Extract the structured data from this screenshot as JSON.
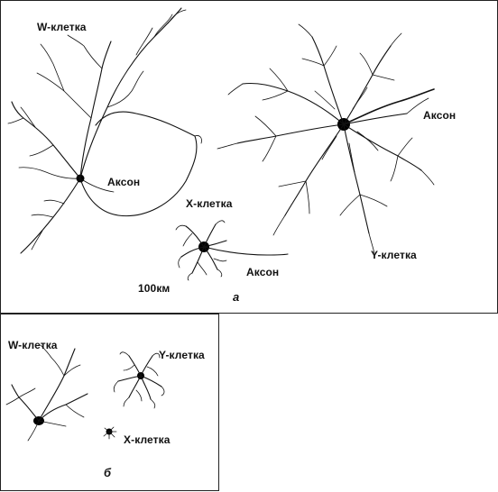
{
  "panel_a": {
    "caption": "а",
    "labels": {
      "w_cell": "W-клетка",
      "w_axon": "Аксон",
      "y_axon": "Аксон",
      "x_cell": "X-клетка",
      "x_axon": "Аксон",
      "y_cell": "Y-клетка",
      "scale": "100км"
    }
  },
  "panel_b": {
    "caption": "б",
    "labels": {
      "w_cell": "W-клетка",
      "y_cell": "Y-клетка",
      "x_cell": "X-клетка"
    }
  },
  "colors": {
    "ink": "#111111",
    "border": "#222222",
    "background": "#ffffff"
  }
}
